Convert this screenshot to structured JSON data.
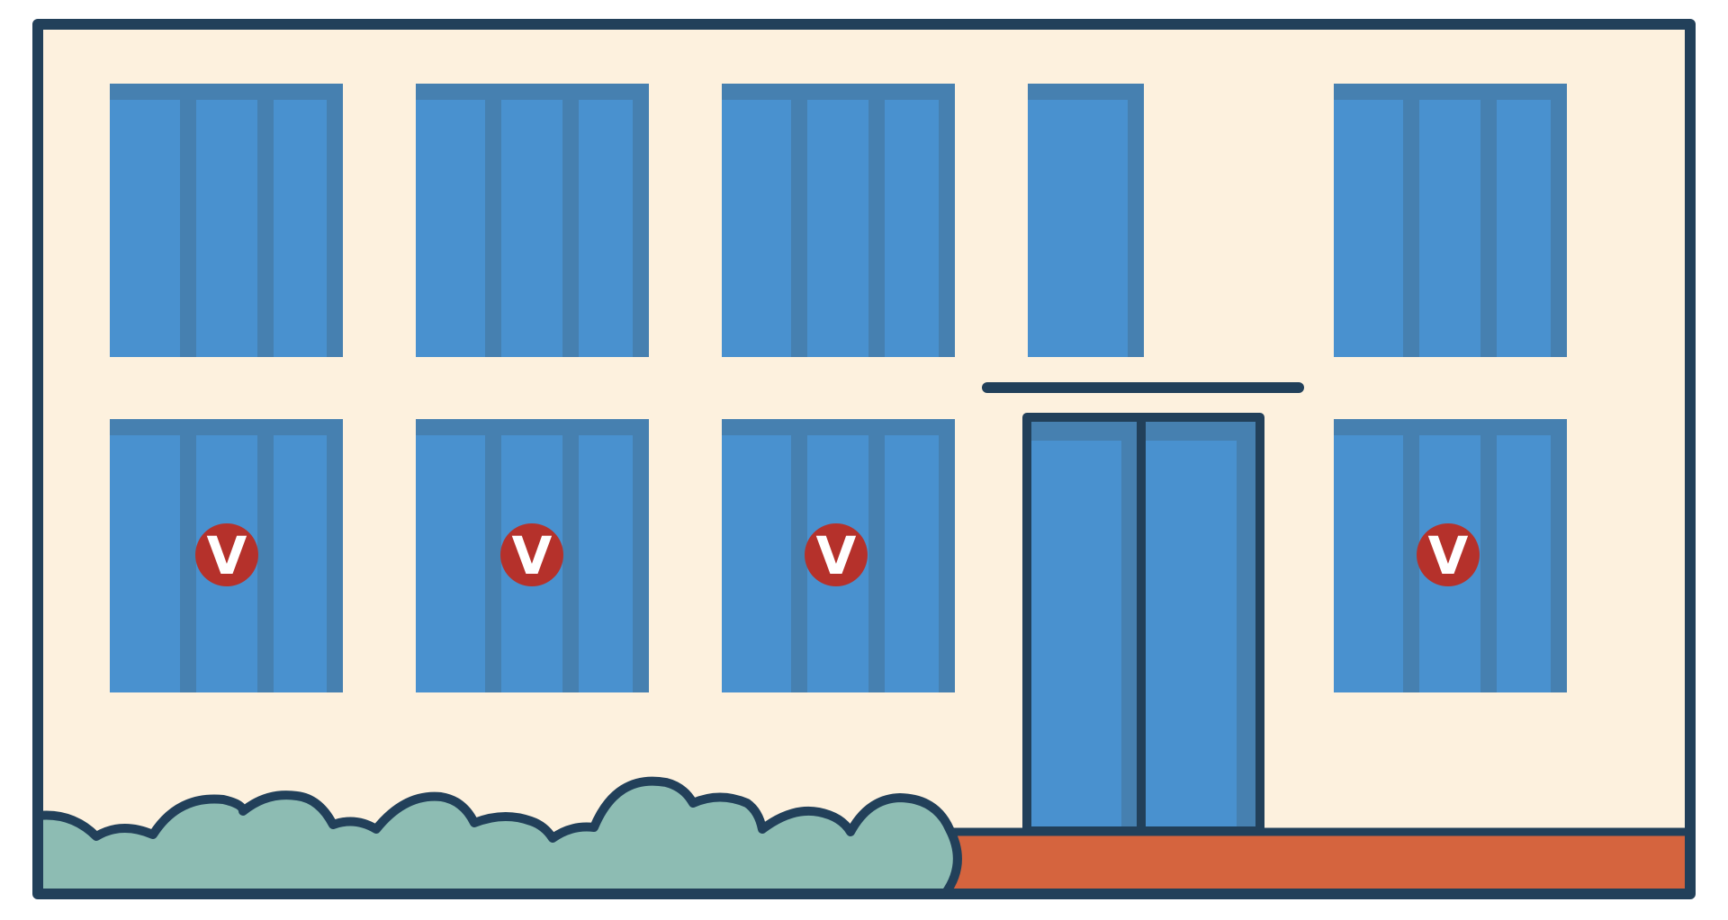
{
  "illustration": {
    "windows_top_row": 5,
    "windows_bottom_row": 4,
    "badges": [
      {
        "letter": "V"
      },
      {
        "letter": "V"
      },
      {
        "letter": "V"
      },
      {
        "letter": "V"
      }
    ]
  },
  "colors": {
    "wall": "#fdf1de",
    "outline": "#22405a",
    "window": "#4991cf",
    "window_frame": "#4680b0",
    "badge": "#b5312b",
    "badge_text": "#ffffff",
    "bush": "#8dbcb3",
    "ground": "#d5643e"
  }
}
